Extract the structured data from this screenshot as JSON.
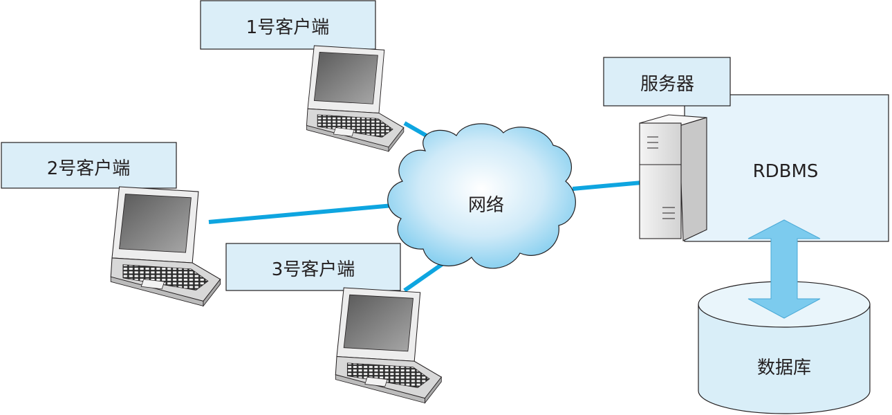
{
  "labels": {
    "client1": "1号客户端",
    "client2": "2号客户端",
    "client3": "3号客户端",
    "server": "服务器",
    "rdbms": "RDBMS",
    "network": "网络",
    "database": "数据库"
  },
  "colors": {
    "label_box_fill": "#dbeef8",
    "label_box_stroke": "#231f20",
    "link_color": "#0ea5e0",
    "cloud_fill_center": "#ffffff",
    "cloud_fill_edge": "#7ccbee",
    "rdbms_fill": "#e6f3fb",
    "database_fill": "#d9eef8",
    "arrow_fill": "#7ccbee",
    "laptop_screen": "#808080",
    "laptop_body": "#e6e6e6"
  },
  "icons": {
    "laptop": "laptop-icon",
    "cloud": "cloud-icon",
    "server": "server-tower-icon",
    "database": "database-cylinder-icon",
    "arrow": "double-arrow-icon"
  }
}
